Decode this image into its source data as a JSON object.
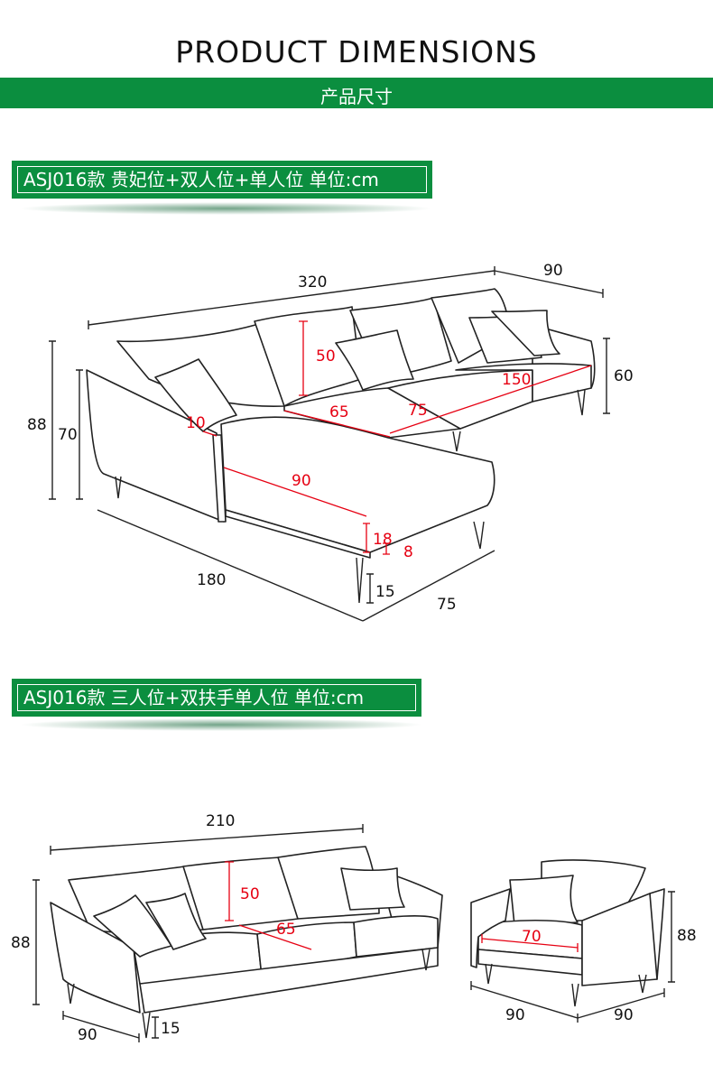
{
  "header": {
    "title": "PRODUCT DIMENSIONS",
    "subtitle": "产品尺寸",
    "band_color": "#0b8e3f"
  },
  "section1": {
    "tag": "ASJ016款 贵妃位+双人位+单人位 单位:cm",
    "dims": {
      "total_length": "320",
      "depth": "90",
      "back_height": "60",
      "total_height": "88",
      "arm_height": "70",
      "chaise_length": "180",
      "chaise_width": "75",
      "leg_height": "15",
      "cushion_back": "50",
      "seat_depth": "65",
      "seat_width": "75",
      "seat_length": "150",
      "arm_thickness": "10",
      "chaise_seat": "90",
      "seat_thickness": "18",
      "base_thickness": "8"
    }
  },
  "section2": {
    "tag": "ASJ016款 三人位+双扶手单人位 单位:cm",
    "dims": {
      "sofa_length": "210",
      "sofa_height": "88",
      "sofa_depth": "90",
      "leg_height": "15",
      "cushion_back": "50",
      "seat_depth": "65",
      "chair_seat": "70",
      "chair_height": "88",
      "chair_width": "90",
      "chair_depth": "90"
    }
  }
}
